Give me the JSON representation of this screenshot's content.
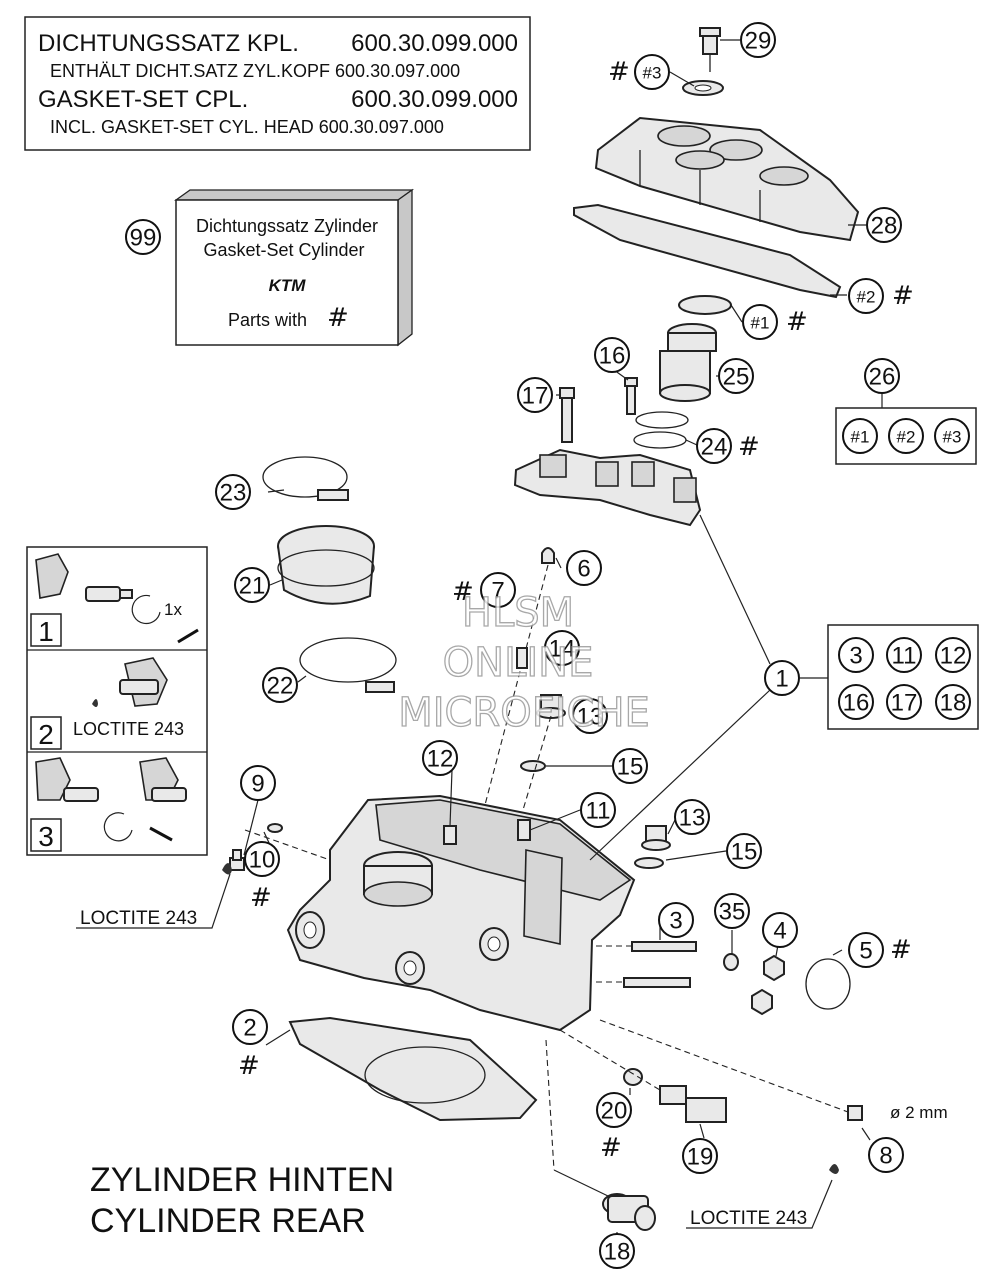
{
  "gasket_box": {
    "line1_left": "DICHTUNGSSATZ KPL.",
    "line1_right": "600.30.099.000",
    "line2": "ENTHÄLT DICHT.SATZ ZYL.KOPF 600.30.097.000",
    "line3_left": "GASKET-SET CPL.",
    "line3_right": "600.30.099.000",
    "line4": "INCL. GASKET-SET CYL. HEAD 600.30.097.000"
  },
  "kit_box": {
    "callout": "99",
    "line1": "Dichtungssatz Zylinder",
    "line2": "Gasket-Set Cylinder",
    "logo": "KTM",
    "parts_with": "Parts with",
    "hash": "#"
  },
  "steps": [
    {
      "number": "1",
      "note": "1x"
    },
    {
      "number": "2",
      "note": "LOCTITE 243"
    },
    {
      "number": "3",
      "note": ""
    }
  ],
  "callouts": {
    "c29": "29",
    "c3hash": "#3",
    "c28": "28",
    "c2hash": "#2",
    "c1hash": "#1",
    "c16a": "16",
    "c17a": "17",
    "c25": "25",
    "c26": "26",
    "k1": "#1",
    "k2": "#2",
    "k3": "#3",
    "c24": "24",
    "c23": "23",
    "c6": "6",
    "c7": "7",
    "c21": "21",
    "c14": "14",
    "c1": "1",
    "g3": "3",
    "g11": "11",
    "g12": "12",
    "g16": "16",
    "g17": "17",
    "g18": "18",
    "c22": "22",
    "c13a": "13",
    "c12": "12",
    "c15a": "15",
    "c9": "9",
    "c11": "11",
    "c13b": "13",
    "c15b": "15",
    "c10": "10",
    "c3": "3",
    "c35": "35",
    "c4": "4",
    "c5": "5",
    "c2": "2",
    "c20": "20",
    "c8": "8",
    "c19": "19",
    "c18": "18"
  },
  "hash_symbol": "#",
  "labels": {
    "loctite_left": "LOCTITE 243",
    "loctite_right": "LOCTITE 243",
    "diameter": "ø 2 mm"
  },
  "title": {
    "line1": "ZYLINDER HINTEN",
    "line2": "CYLINDER REAR"
  },
  "watermark": {
    "line1": "HLSM",
    "line2": "ONLINE",
    "line3": "MICROFICHE"
  }
}
